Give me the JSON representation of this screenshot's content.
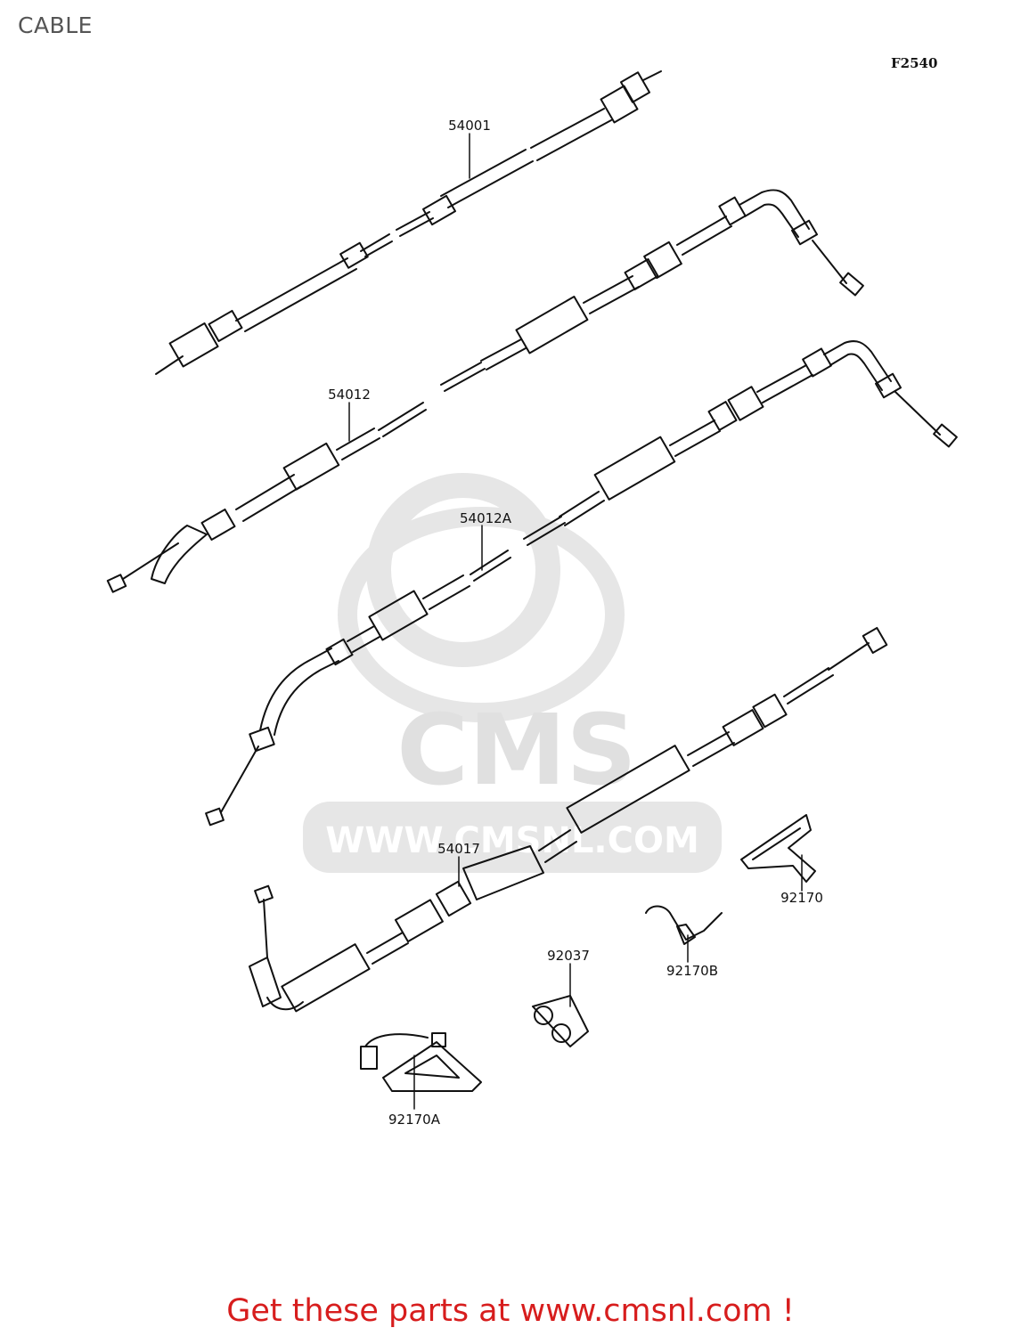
{
  "page": {
    "title": "CABLE",
    "figure_code": "F2540",
    "footer_link": "Get these parts at www.cmsnl.com !"
  },
  "watermark": {
    "brand": "CMS",
    "url": "WWW.CMSNL.COM",
    "color": "#e6e6e6"
  },
  "parts": [
    {
      "id": "54001"
    },
    {
      "id": "54012"
    },
    {
      "id": "54012A"
    },
    {
      "id": "54017"
    },
    {
      "id": "92170"
    },
    {
      "id": "92170B"
    },
    {
      "id": "92037"
    },
    {
      "id": "92170A"
    }
  ],
  "colors": {
    "line": "#111111",
    "title": "#555555",
    "footer": "#d71d1d"
  }
}
